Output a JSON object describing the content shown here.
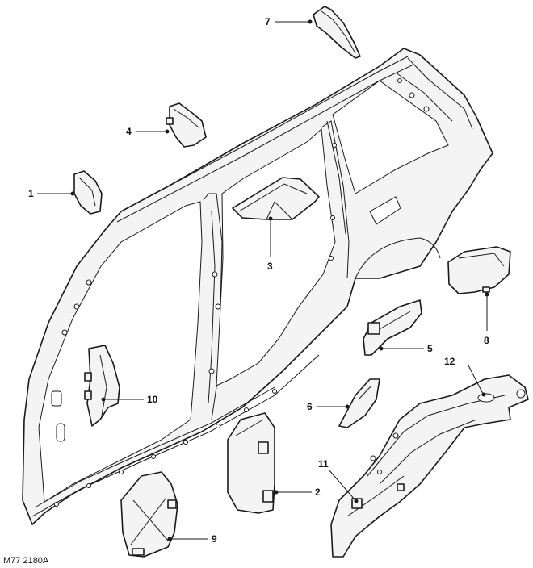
{
  "diagram": {
    "reference_code": "M77 2180A",
    "callouts": {
      "c1": "1",
      "c2": "2",
      "c3": "3",
      "c4": "4",
      "c5": "5",
      "c6": "6",
      "c7": "7",
      "c8": "8",
      "c9": "9",
      "c10": "10",
      "c11": "11",
      "c12": "12"
    },
    "colors": {
      "line": "#1a1a1a",
      "part_fill": "#f4f4f4",
      "background": "#ffffff"
    }
  }
}
